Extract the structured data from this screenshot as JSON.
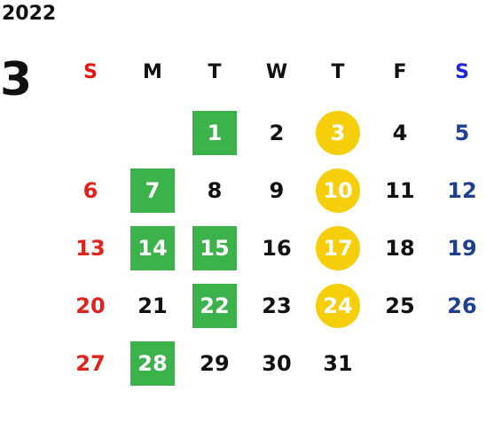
{
  "year": "2022",
  "month": "3",
  "colors": {
    "highlight_square": "#3bb34a",
    "highlight_circle": "#f6cf0a",
    "sunday": "#e0231b",
    "saturday": "#1f3f8f"
  },
  "weekdays": [
    {
      "label": "S",
      "type": "sun"
    },
    {
      "label": "M",
      "type": ""
    },
    {
      "label": "T",
      "type": ""
    },
    {
      "label": "W",
      "type": ""
    },
    {
      "label": "T",
      "type": ""
    },
    {
      "label": "F",
      "type": ""
    },
    {
      "label": "S",
      "type": "sat"
    }
  ],
  "days": [
    {
      "label": "1",
      "hl": "square"
    },
    {
      "label": "2",
      "hl": ""
    },
    {
      "label": "3",
      "hl": "circle"
    },
    {
      "label": "4",
      "hl": ""
    },
    {
      "label": "5",
      "hl": ""
    },
    {
      "label": "6",
      "hl": ""
    },
    {
      "label": "7",
      "hl": "square"
    },
    {
      "label": "8",
      "hl": ""
    },
    {
      "label": "9",
      "hl": ""
    },
    {
      "label": "10",
      "hl": "circle"
    },
    {
      "label": "11",
      "hl": ""
    },
    {
      "label": "12",
      "hl": ""
    },
    {
      "label": "13",
      "hl": ""
    },
    {
      "label": "14",
      "hl": "square"
    },
    {
      "label": "15",
      "hl": "square"
    },
    {
      "label": "16",
      "hl": ""
    },
    {
      "label": "17",
      "hl": "circle"
    },
    {
      "label": "18",
      "hl": ""
    },
    {
      "label": "19",
      "hl": ""
    },
    {
      "label": "20",
      "hl": ""
    },
    {
      "label": "21",
      "hl": ""
    },
    {
      "label": "22",
      "hl": "square"
    },
    {
      "label": "23",
      "hl": ""
    },
    {
      "label": "24",
      "hl": "circle"
    },
    {
      "label": "25",
      "hl": ""
    },
    {
      "label": "26",
      "hl": ""
    },
    {
      "label": "27",
      "hl": ""
    },
    {
      "label": "28",
      "hl": "square"
    },
    {
      "label": "29",
      "hl": ""
    },
    {
      "label": "30",
      "hl": ""
    },
    {
      "label": "31",
      "hl": ""
    }
  ]
}
